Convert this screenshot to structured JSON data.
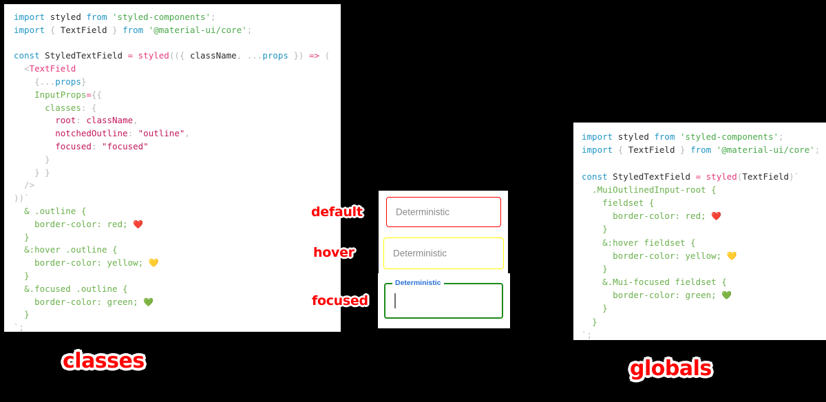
{
  "panels": {
    "classes": {
      "caption": "classes",
      "lines": [
        [
          {
            "t": "import",
            "c": "kw"
          },
          {
            "t": " ",
            "c": "plain"
          },
          {
            "t": "styled",
            "c": "id"
          },
          {
            "t": " ",
            "c": "plain"
          },
          {
            "t": "from",
            "c": "kw"
          },
          {
            "t": " ",
            "c": "plain"
          },
          {
            "t": "'styled-components'",
            "c": "str"
          },
          {
            "t": ";",
            "c": "punc"
          }
        ],
        [
          {
            "t": "import",
            "c": "kw"
          },
          {
            "t": " ",
            "c": "plain"
          },
          {
            "t": "{",
            "c": "punc"
          },
          {
            "t": " ",
            "c": "plain"
          },
          {
            "t": "TextField",
            "c": "id"
          },
          {
            "t": " ",
            "c": "plain"
          },
          {
            "t": "}",
            "c": "punc"
          },
          {
            "t": " ",
            "c": "plain"
          },
          {
            "t": "from",
            "c": "kw"
          },
          {
            "t": " ",
            "c": "plain"
          },
          {
            "t": "'@material-ui/core'",
            "c": "str"
          },
          {
            "t": ";",
            "c": "punc"
          }
        ],
        [],
        [
          {
            "t": "const",
            "c": "kw"
          },
          {
            "t": " ",
            "c": "plain"
          },
          {
            "t": "StyledTextField",
            "c": "id"
          },
          {
            "t": " ",
            "c": "plain"
          },
          {
            "t": "=",
            "c": "op"
          },
          {
            "t": " ",
            "c": "plain"
          },
          {
            "t": "styled",
            "c": "fn"
          },
          {
            "t": "((",
            "c": "punc"
          },
          {
            "t": "{",
            "c": "punc"
          },
          {
            "t": " ",
            "c": "plain"
          },
          {
            "t": "className",
            "c": "id"
          },
          {
            "t": ",",
            "c": "punc"
          },
          {
            "t": " ",
            "c": "plain"
          },
          {
            "t": "...",
            "c": "punc"
          },
          {
            "t": "props",
            "c": "kw"
          },
          {
            "t": " ",
            "c": "plain"
          },
          {
            "t": "}",
            "c": "punc"
          },
          {
            "t": ")",
            "c": "punc"
          },
          {
            "t": " ",
            "c": "plain"
          },
          {
            "t": "=>",
            "c": "op"
          },
          {
            "t": " ",
            "c": "plain"
          },
          {
            "t": "(",
            "c": "punc"
          }
        ],
        [
          {
            "t": "  ",
            "c": "plain"
          },
          {
            "t": "<",
            "c": "punc"
          },
          {
            "t": "TextField",
            "c": "tag"
          }
        ],
        [
          {
            "t": "    ",
            "c": "plain"
          },
          {
            "t": "{",
            "c": "punc"
          },
          {
            "t": "...",
            "c": "punc"
          },
          {
            "t": "props",
            "c": "kw"
          },
          {
            "t": "}",
            "c": "punc"
          }
        ],
        [
          {
            "t": "    ",
            "c": "plain"
          },
          {
            "t": "InputProps",
            "c": "css"
          },
          {
            "t": "=",
            "c": "op"
          },
          {
            "t": "{{",
            "c": "punc"
          }
        ],
        [
          {
            "t": "      ",
            "c": "plain"
          },
          {
            "t": "classes",
            "c": "css"
          },
          {
            "t": ": ",
            "c": "punc"
          },
          {
            "t": "{",
            "c": "punc"
          }
        ],
        [
          {
            "t": "        ",
            "c": "plain"
          },
          {
            "t": "root",
            "c": "prop"
          },
          {
            "t": ": ",
            "c": "punc"
          },
          {
            "t": "className",
            "c": "prop"
          },
          {
            "t": ",",
            "c": "punc"
          }
        ],
        [
          {
            "t": "        ",
            "c": "plain"
          },
          {
            "t": "notchedOutline",
            "c": "prop"
          },
          {
            "t": ": ",
            "c": "punc"
          },
          {
            "t": "\"outline\"",
            "c": "prop"
          },
          {
            "t": ",",
            "c": "punc"
          }
        ],
        [
          {
            "t": "        ",
            "c": "plain"
          },
          {
            "t": "focused",
            "c": "prop"
          },
          {
            "t": ": ",
            "c": "punc"
          },
          {
            "t": "\"focused\"",
            "c": "prop"
          }
        ],
        [
          {
            "t": "      ",
            "c": "plain"
          },
          {
            "t": "}",
            "c": "punc"
          }
        ],
        [
          {
            "t": "    ",
            "c": "plain"
          },
          {
            "t": "} }",
            "c": "punc"
          }
        ],
        [
          {
            "t": "  ",
            "c": "plain"
          },
          {
            "t": "/>",
            "c": "punc"
          }
        ],
        [
          {
            "t": "))`",
            "c": "punc"
          }
        ],
        [
          {
            "t": "  ",
            "c": "plain"
          },
          {
            "t": "& .outline {",
            "c": "css"
          }
        ],
        [
          {
            "t": "    ",
            "c": "plain"
          },
          {
            "t": "border-color: red; ",
            "c": "css"
          },
          {
            "t": "❤️",
            "c": "emoji"
          }
        ],
        [
          {
            "t": "  ",
            "c": "plain"
          },
          {
            "t": "}",
            "c": "css"
          }
        ],
        [
          {
            "t": "  ",
            "c": "plain"
          },
          {
            "t": "&:hover .outline {",
            "c": "css"
          }
        ],
        [
          {
            "t": "    ",
            "c": "plain"
          },
          {
            "t": "border-color: yellow; ",
            "c": "css"
          },
          {
            "t": "💛",
            "c": "emoji"
          }
        ],
        [
          {
            "t": "  ",
            "c": "plain"
          },
          {
            "t": "}",
            "c": "css"
          }
        ],
        [
          {
            "t": "  ",
            "c": "plain"
          },
          {
            "t": "&.focused .outline {",
            "c": "css"
          }
        ],
        [
          {
            "t": "    ",
            "c": "plain"
          },
          {
            "t": "border-color: green; ",
            "c": "css"
          },
          {
            "t": "💚",
            "c": "emoji"
          }
        ],
        [
          {
            "t": "  ",
            "c": "plain"
          },
          {
            "t": "}",
            "c": "css"
          }
        ],
        [
          {
            "t": "`;",
            "c": "punc"
          }
        ]
      ]
    },
    "globals": {
      "caption": "globals",
      "lines": [
        [
          {
            "t": "import",
            "c": "kw"
          },
          {
            "t": " ",
            "c": "plain"
          },
          {
            "t": "styled",
            "c": "id"
          },
          {
            "t": " ",
            "c": "plain"
          },
          {
            "t": "from",
            "c": "kw"
          },
          {
            "t": " ",
            "c": "plain"
          },
          {
            "t": "'styled-components'",
            "c": "str"
          },
          {
            "t": ";",
            "c": "punc"
          }
        ],
        [
          {
            "t": "import",
            "c": "kw"
          },
          {
            "t": " ",
            "c": "plain"
          },
          {
            "t": "{",
            "c": "punc"
          },
          {
            "t": " ",
            "c": "plain"
          },
          {
            "t": "TextField",
            "c": "id"
          },
          {
            "t": " ",
            "c": "plain"
          },
          {
            "t": "}",
            "c": "punc"
          },
          {
            "t": " ",
            "c": "plain"
          },
          {
            "t": "from",
            "c": "kw"
          },
          {
            "t": " ",
            "c": "plain"
          },
          {
            "t": "'@material-ui/core'",
            "c": "str"
          },
          {
            "t": ";",
            "c": "punc"
          }
        ],
        [],
        [
          {
            "t": "const",
            "c": "kw"
          },
          {
            "t": " ",
            "c": "plain"
          },
          {
            "t": "StyledTextField",
            "c": "id"
          },
          {
            "t": " ",
            "c": "plain"
          },
          {
            "t": "=",
            "c": "op"
          },
          {
            "t": " ",
            "c": "plain"
          },
          {
            "t": "styled",
            "c": "fn"
          },
          {
            "t": "(",
            "c": "punc"
          },
          {
            "t": "TextField",
            "c": "id"
          },
          {
            "t": ")`",
            "c": "punc"
          }
        ],
        [
          {
            "t": "  ",
            "c": "plain"
          },
          {
            "t": ".MuiOutlinedInput-root {",
            "c": "css"
          }
        ],
        [
          {
            "t": "    ",
            "c": "plain"
          },
          {
            "t": "fieldset {",
            "c": "css"
          }
        ],
        [
          {
            "t": "      ",
            "c": "plain"
          },
          {
            "t": "border-color: red; ",
            "c": "css"
          },
          {
            "t": "❤️",
            "c": "emoji"
          }
        ],
        [
          {
            "t": "    ",
            "c": "plain"
          },
          {
            "t": "}",
            "c": "css"
          }
        ],
        [
          {
            "t": "    ",
            "c": "plain"
          },
          {
            "t": "&:hover fieldset {",
            "c": "css"
          }
        ],
        [
          {
            "t": "      ",
            "c": "plain"
          },
          {
            "t": "border-color: yellow; ",
            "c": "css"
          },
          {
            "t": "💛",
            "c": "emoji"
          }
        ],
        [
          {
            "t": "    ",
            "c": "plain"
          },
          {
            "t": "}",
            "c": "css"
          }
        ],
        [
          {
            "t": "    ",
            "c": "plain"
          },
          {
            "t": "&.Mui-focused fieldset {",
            "c": "css"
          }
        ],
        [
          {
            "t": "      ",
            "c": "plain"
          },
          {
            "t": "border-color: green; ",
            "c": "css"
          },
          {
            "t": "💚",
            "c": "emoji"
          }
        ],
        [
          {
            "t": "    ",
            "c": "plain"
          },
          {
            "t": "}",
            "c": "css"
          }
        ],
        [
          {
            "t": "  ",
            "c": "plain"
          },
          {
            "t": "}",
            "c": "css"
          }
        ],
        [
          {
            "t": "`;",
            "c": "punc"
          }
        ]
      ]
    }
  },
  "demo": {
    "states": [
      {
        "key": "default",
        "state_label": "default",
        "field_value": "Deterministic",
        "border_color": "#ff0000",
        "notch_label": null,
        "has_caret": false
      },
      {
        "key": "hover",
        "state_label": "hover",
        "field_value": "Deterministic",
        "border_color": "#ffff00",
        "notch_label": null,
        "has_caret": false
      },
      {
        "key": "focused",
        "state_label": "focused",
        "field_value": "",
        "border_color": "#1b8a1b",
        "notch_label": "Deterministic",
        "has_caret": true
      }
    ]
  },
  "colors": {
    "background": "#000000",
    "panel": "#ffffff",
    "accent_red": "#ff0000",
    "accent_yellow": "#ffff00",
    "accent_green": "#1b8a1b",
    "label_blue": "#2a6fd6",
    "code_keyword": "#2196c4",
    "code_string": "#4aa84a",
    "code_function": "#e5397b",
    "code_css": "#6ab04c"
  }
}
